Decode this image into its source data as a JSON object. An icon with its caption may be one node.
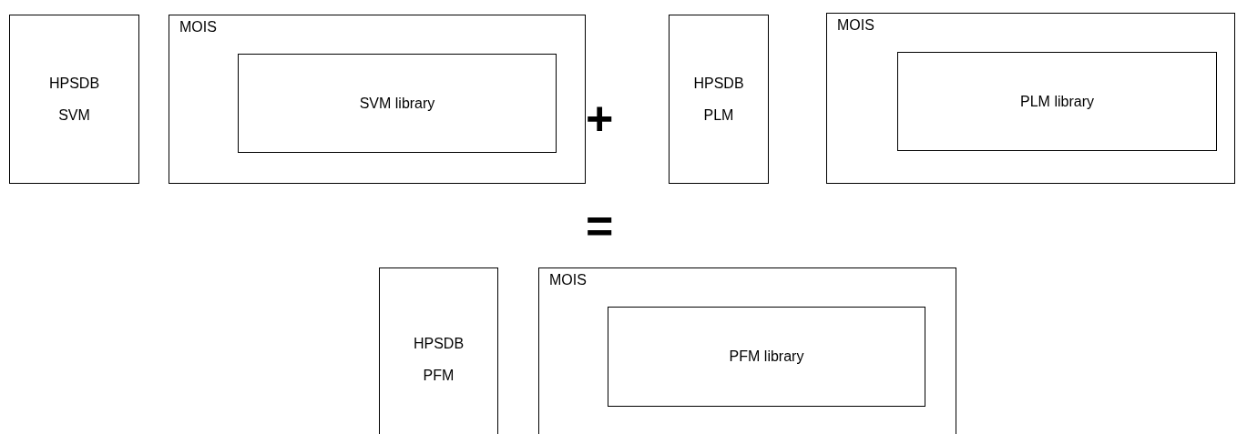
{
  "diagram": {
    "nodes": [
      {
        "text": [
          "HPSDB SVM"
        ]
      },
      {
        "text": [
          "MOIS"
        ]
      },
      {
        "text": [
          "SVM library"
        ],
        "in": 1
      },
      {
        "text": [
          "HPSDB PLM"
        ]
      },
      {
        "text": [
          "MOIS"
        ]
      },
      {
        "text": [
          "PLM library"
        ],
        "in": 4
      },
      {
        "text": [
          "HPSDB PFM"
        ]
      },
      {
        "text": [
          "MOIS"
        ]
      },
      {
        "text": [
          "PFM library"
        ],
        "in": 7
      }
    ],
    "labels": [
      "+",
      "="
    ]
  }
}
